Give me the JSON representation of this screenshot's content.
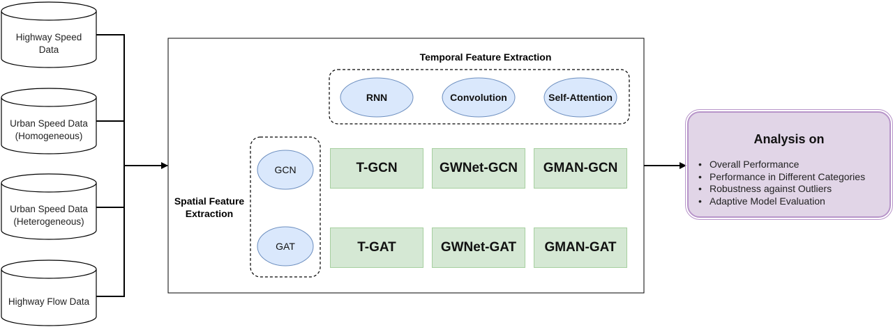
{
  "data_sources": [
    "Highway Speed\nData",
    "Urban Speed Data\n(Homogeneous)",
    "Urban Speed Data\n(Heterogeneous)",
    "Highway Flow Data"
  ],
  "temporal": {
    "title": "Temporal Feature Extraction",
    "items": [
      "RNN",
      "Convolution",
      "Self-Attention"
    ]
  },
  "spatial": {
    "title": "Spatial Feature\nExtraction",
    "items": [
      "GCN",
      "GAT"
    ]
  },
  "models": {
    "row_gcn": [
      "T-GCN",
      "GWNet-GCN",
      "GMAN-GCN"
    ],
    "row_gat": [
      "T-GAT",
      "GWNet-GAT",
      "GMAN-GAT"
    ]
  },
  "analysis": {
    "title": "Analysis on",
    "items": [
      "Overall Performance",
      "Performance in Different Categories",
      "Robustness against Outliers",
      "Adaptive Model Evaluation"
    ]
  },
  "colors": {
    "ellipse_fill": "#dae8fc",
    "ellipse_stroke": "#6c8ebf",
    "model_fill": "#d5e8d4",
    "panel_fill": "#e1d5e7",
    "panel_stroke": "#b794c9"
  }
}
